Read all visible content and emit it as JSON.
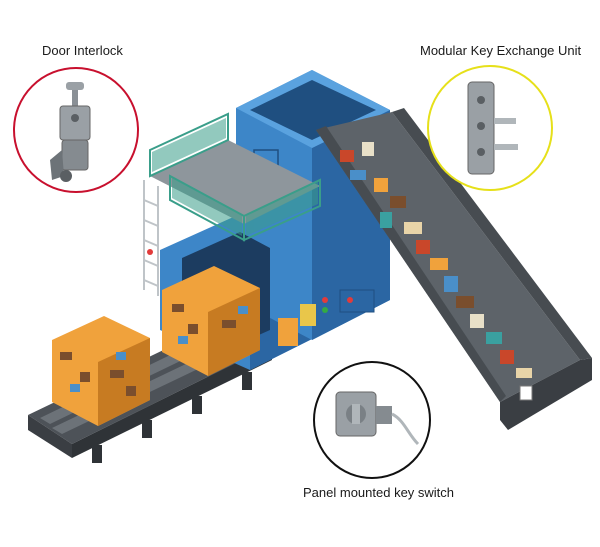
{
  "callouts": {
    "door_interlock": {
      "label": "Door Interlock",
      "ring_color": "#c8102e"
    },
    "modular_key_exchange": {
      "label": "Modular Key Exchange Unit",
      "ring_color": "#e6e01a"
    },
    "panel_key_switch": {
      "label": "Panel mounted key switch",
      "ring_color": "#111111"
    }
  },
  "colors": {
    "machine_blue": "#3d86c8",
    "machine_blue_dark": "#2b66a3",
    "guard_green": "#3a9e8a",
    "conveyor_gray": "#5d6369",
    "bale_orange": "#f0a23c"
  }
}
